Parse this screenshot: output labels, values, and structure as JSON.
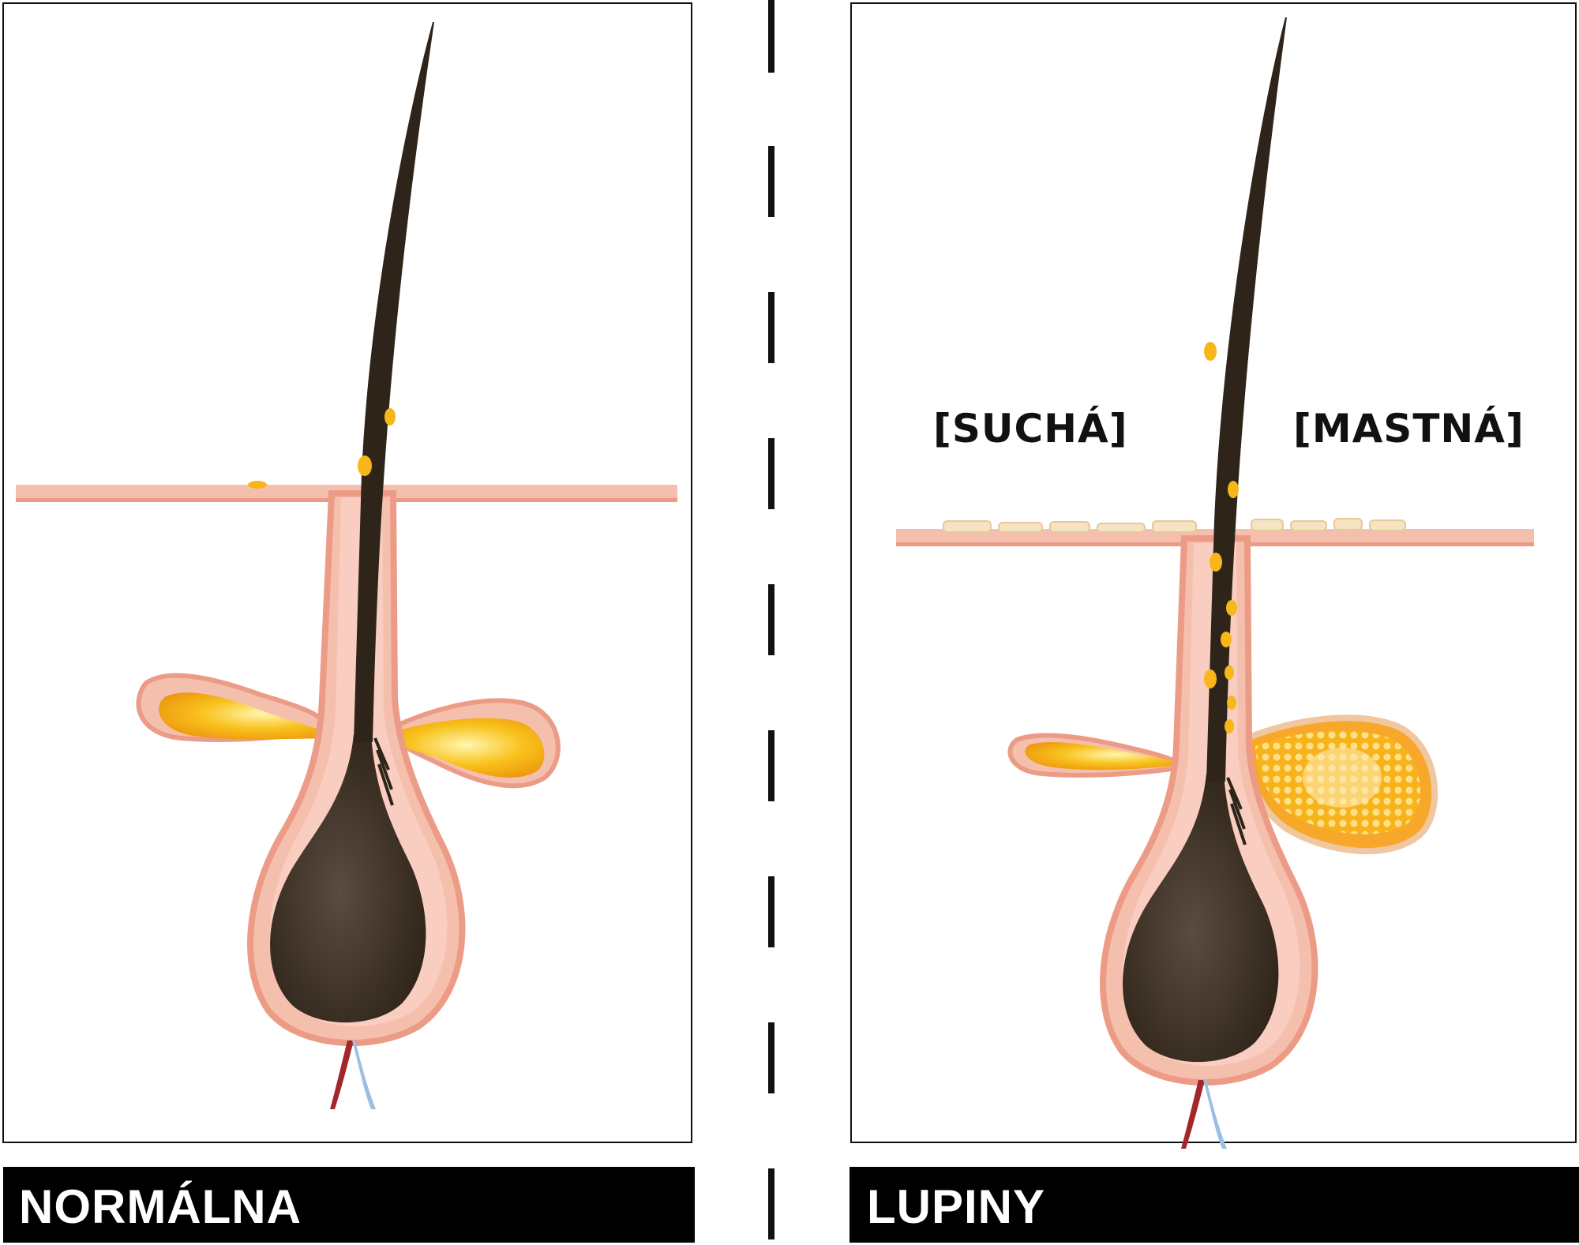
{
  "panels": [
    {
      "id": "normal",
      "caption": "NORMÁLNA"
    },
    {
      "id": "dandruff",
      "caption": "LUPINY",
      "labels": {
        "dry": "[SUCHÁ]",
        "oily": "[MASTNÁ]"
      }
    }
  ],
  "colors": {
    "skin": "#f5bfae",
    "skin_edge": "#ec9b86",
    "hair": "#2f2419",
    "bulb_center": "#5a4c3f",
    "sebum": "#f7b71a",
    "sebum_light": "#fff3a0",
    "flake": "#f5e3c2",
    "artery": "#a3262a",
    "vein": "#9bbfe4",
    "caption_bg": "#000000",
    "caption_text": "#ffffff",
    "label_text": "#111111"
  }
}
